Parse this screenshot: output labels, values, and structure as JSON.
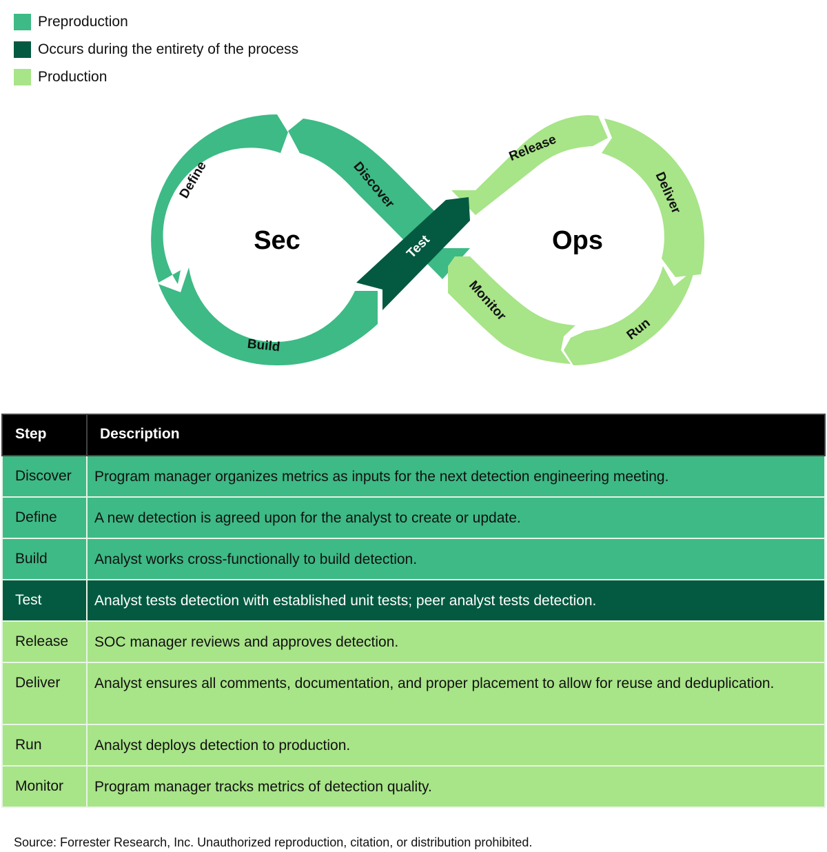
{
  "colors": {
    "preproduction": "#3dba85",
    "entire_process": "#035a40",
    "production": "#a8e488",
    "header_bg": "#000000"
  },
  "legend": [
    {
      "label": "Preproduction",
      "color": "#3dba85"
    },
    {
      "label": "Occurs during the entirety of the process",
      "color": "#035a40"
    },
    {
      "label": "Production",
      "color": "#a8e488"
    }
  ],
  "diagram": {
    "left_center_label": "Sec",
    "right_center_label": "Ops",
    "segments": {
      "discover": "Discover",
      "define": "Define",
      "build": "Build",
      "test": "Test",
      "release": "Release",
      "deliver": "Deliver",
      "run": "Run",
      "monitor": "Monitor"
    }
  },
  "table": {
    "headers": [
      "Step",
      "Description"
    ],
    "rows": [
      {
        "step": "Discover",
        "description": "Program manager organizes metrics as inputs for the next detection engineering meeting.",
        "phase": "preproduction"
      },
      {
        "step": "Define",
        "description": "A new detection is agreed upon for the analyst to create or update.",
        "phase": "preproduction"
      },
      {
        "step": "Build",
        "description": "Analyst works cross-functionally to build detection.",
        "phase": "preproduction"
      },
      {
        "step": "Test",
        "description": "Analyst tests detection with established unit tests; peer analyst tests detection.",
        "phase": "entire_process"
      },
      {
        "step": "Release",
        "description": "SOC manager reviews and approves detection.",
        "phase": "production"
      },
      {
        "step": "Deliver",
        "description": "Analyst ensures all comments, documentation, and proper placement to allow for reuse and deduplication.",
        "phase": "production"
      },
      {
        "step": "Run",
        "description": "Analyst deploys detection to production.",
        "phase": "production"
      },
      {
        "step": "Monitor",
        "description": "Program manager tracks metrics of detection quality.",
        "phase": "production"
      }
    ]
  },
  "source": "Source: Forrester Research, Inc. Unauthorized reproduction, citation, or distribution prohibited."
}
